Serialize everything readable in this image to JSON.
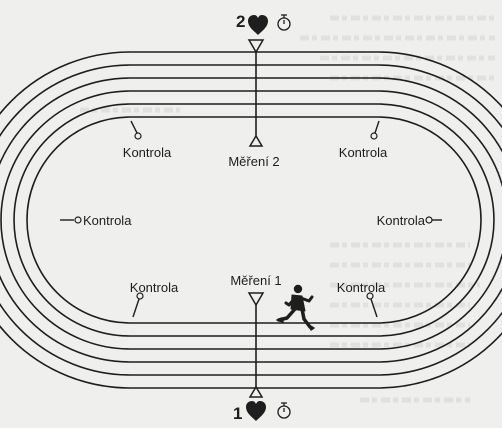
{
  "diagram": {
    "checkpoint_label": "Kontrola",
    "measurements": [
      {
        "label": "Měření 2",
        "marker_number": "2"
      },
      {
        "label": "Měření 1",
        "marker_number": "1"
      }
    ],
    "marker_icons": [
      "heart-icon",
      "stopwatch-icon"
    ],
    "colors": {
      "ink": "#1e1e1e",
      "paper": "#efefed"
    }
  }
}
